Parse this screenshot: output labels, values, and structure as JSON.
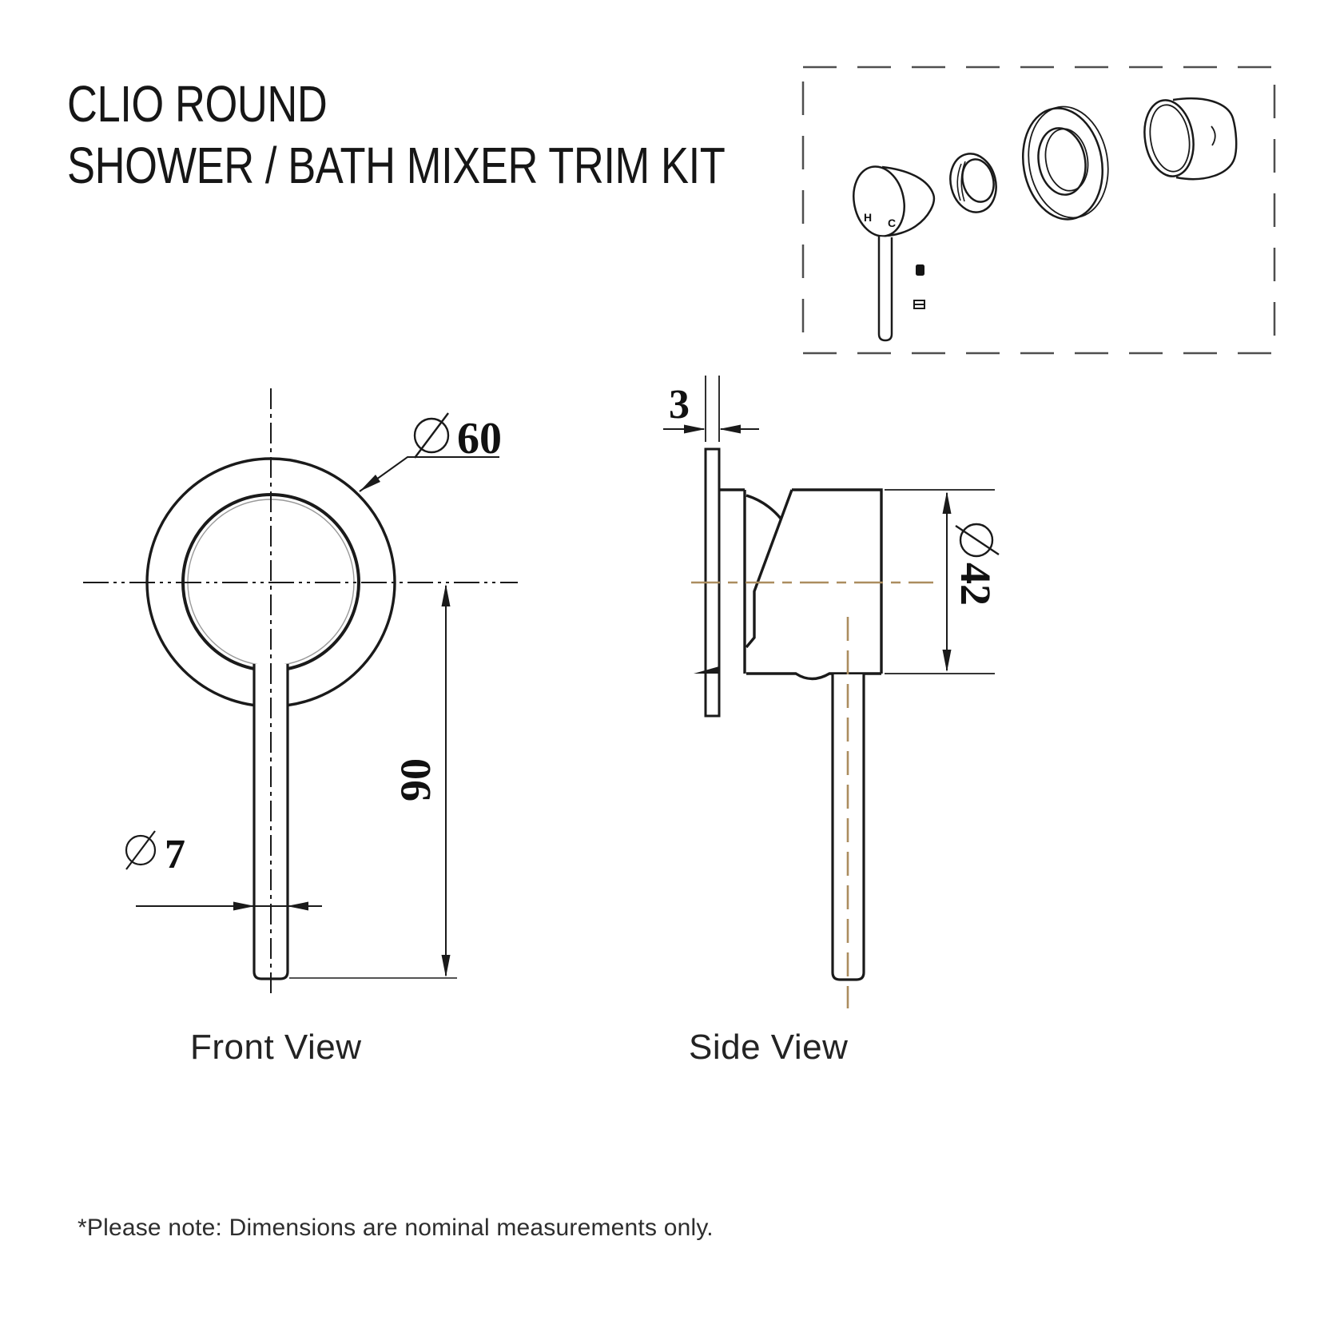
{
  "title": {
    "line1": "CLIO ROUND",
    "line2": "SHOWER / BATH MIXER TRIM KIT"
  },
  "exploded": {
    "hot_label": "H",
    "cold_label": "C"
  },
  "front_view": {
    "label": "Front View",
    "dims": {
      "outer_diameter": "60",
      "stem_diameter": "7",
      "stem_length": "90"
    }
  },
  "side_view": {
    "label": "Side View",
    "dims": {
      "plate_thickness": "3",
      "body_diameter": "42"
    }
  },
  "footnote": {
    "text": "*Please note: Dimensions are nominal measurements only."
  },
  "colors": {
    "line": "#1a1a1a",
    "centerline_accent": "#ab8d5f",
    "exploded_border": "#4f4f4f"
  }
}
